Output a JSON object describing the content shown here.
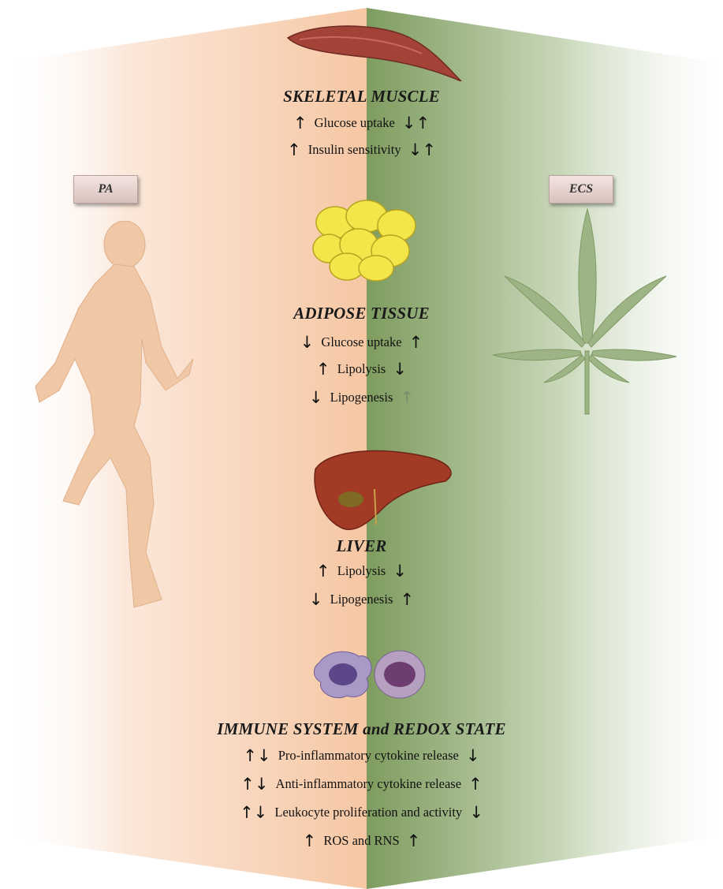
{
  "labels": {
    "left": "PA",
    "right": "ECS"
  },
  "sections": [
    {
      "id": "skeletal-muscle",
      "title": "SKELETAL MUSCLE",
      "rows": [
        {
          "left": "↑",
          "text": "Glucose uptake",
          "right": "↓↑"
        },
        {
          "left": "↑",
          "text": "Insulin sensitivity",
          "right": "↓↑"
        }
      ]
    },
    {
      "id": "adipose-tissue",
      "title": "ADIPOSE TISSUE",
      "rows": [
        {
          "left": "↓",
          "text": "Glucose uptake",
          "right": "↑"
        },
        {
          "left": "↑",
          "text": "Lipolysis",
          "right": "↓"
        },
        {
          "left": "↓",
          "text": "Lipogenesis",
          "right": "↑"
        }
      ]
    },
    {
      "id": "liver",
      "title": "LIVER",
      "rows": [
        {
          "left": "↑",
          "text": "Lipolysis",
          "right": "↓"
        },
        {
          "left": "↓",
          "text": "Lipogenesis",
          "right": "↑"
        }
      ]
    },
    {
      "id": "immune-system",
      "title": "IMMUNE SYSTEM and REDOX STATE",
      "rows": [
        {
          "left": "↑↓",
          "text": "Pro-inflammatory cytokine release",
          "right": "↓"
        },
        {
          "left": "↑↓",
          "text": "Anti-inflammatory cytokine release",
          "right": "↑"
        },
        {
          "left": "↑↓",
          "text": "Leukocyte proliferation and activity",
          "right": "↓"
        },
        {
          "left": "↑",
          "text": "ROS and RNS",
          "right": "↑"
        }
      ]
    }
  ],
  "illustrations": [
    "running-person",
    "cannabis-leaf",
    "skeletal-muscle",
    "adipose-cells",
    "liver",
    "immune-cells"
  ],
  "colors": {
    "pa_side": "#f6c8a4",
    "ecs_side": "#7f9e60",
    "figure": "#f1c8a5",
    "leaf": "#9db585"
  }
}
